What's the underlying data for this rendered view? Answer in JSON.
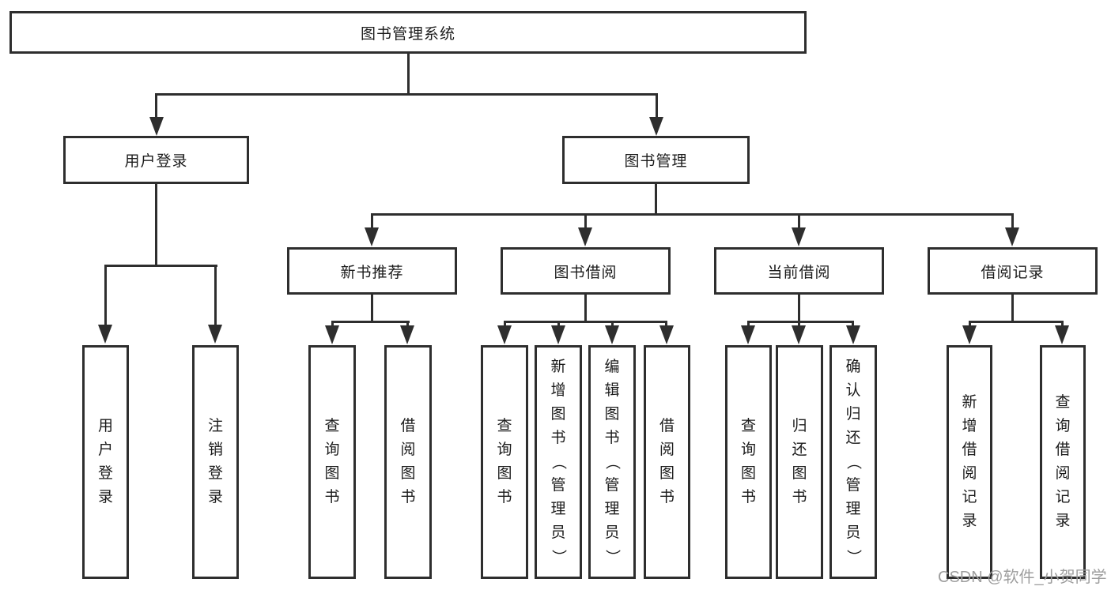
{
  "diagram": {
    "watermark": "CSDN @软件_小贺同学",
    "colors": {
      "line": "#2e2e2e",
      "text": "#1b1b1b",
      "watermark": "#9e9e9e",
      "background": "#ffffff"
    },
    "tree": {
      "root": {
        "label": "图书管理系统"
      },
      "children": [
        {
          "label": "用户登录",
          "children": [
            {
              "label": "用户登录"
            },
            {
              "label": "注销登录"
            }
          ]
        },
        {
          "label": "图书管理",
          "children": [
            {
              "label": "新书推荐",
              "children": [
                {
                  "label": "查询图书"
                },
                {
                  "label": "借阅图书"
                }
              ]
            },
            {
              "label": "图书借阅",
              "children": [
                {
                  "label": "查询图书"
                },
                {
                  "label": "新增图书（管理员）"
                },
                {
                  "label": "编辑图书（管理员）"
                },
                {
                  "label": "借阅图书"
                }
              ]
            },
            {
              "label": "当前借阅",
              "children": [
                {
                  "label": "查询图书"
                },
                {
                  "label": "归还图书"
                },
                {
                  "label": "确认归还（管理员）"
                }
              ]
            },
            {
              "label": "借阅记录",
              "children": [
                {
                  "label": "新增借阅记录"
                },
                {
                  "label": "查询借阅记录"
                }
              ]
            }
          ]
        }
      ]
    }
  }
}
